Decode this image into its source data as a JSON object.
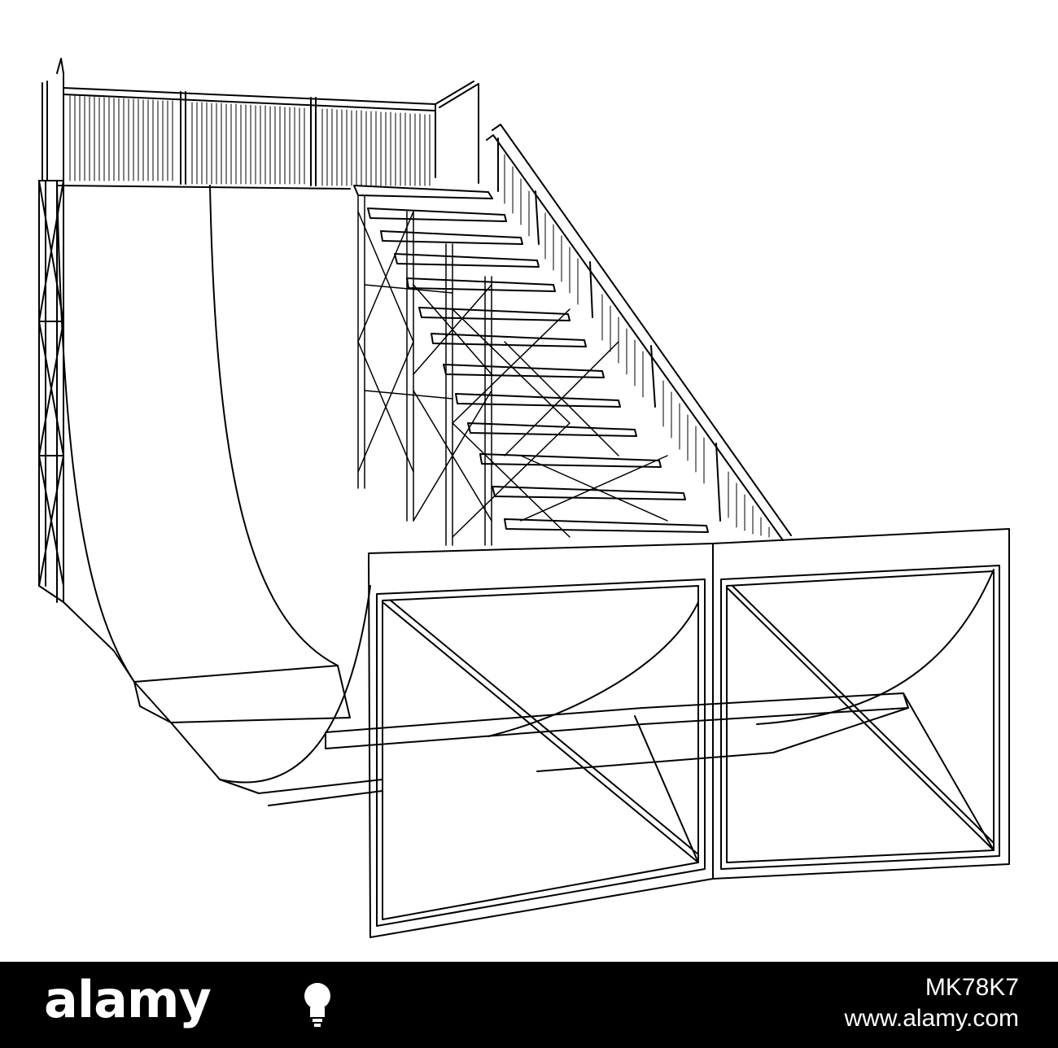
{
  "colors": {
    "background": "#ffffff",
    "line": "#000000",
    "footer": "#000000",
    "footer_text": "#ffffff"
  },
  "footer": {
    "brand": "alamy",
    "image_code": "MK78K7",
    "url": "www.alamy.com",
    "icon": "lightbulb-icon"
  }
}
